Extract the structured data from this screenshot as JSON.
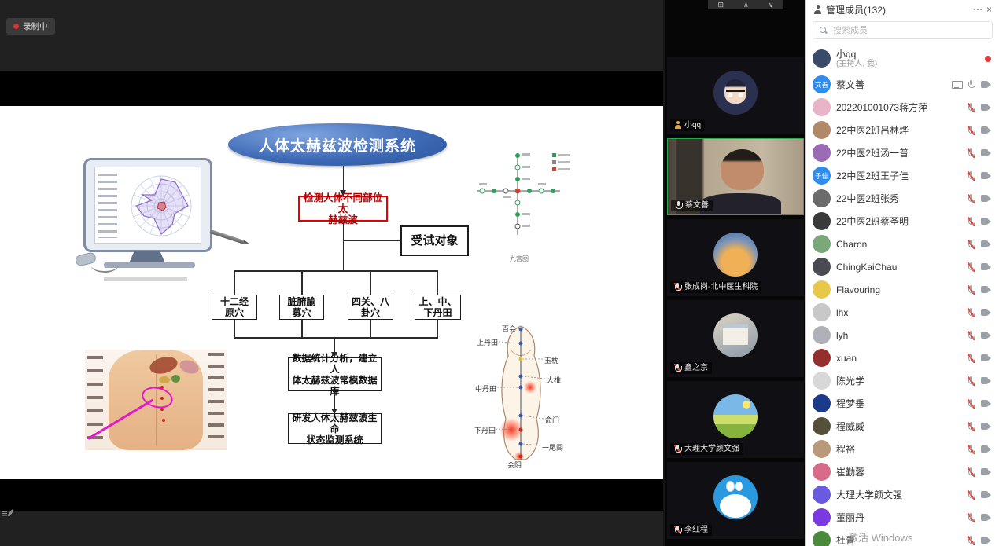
{
  "window": {
    "recording_label": "录制中",
    "activate_watermark": "激活 Windows",
    "view_controls": {
      "grid": "⊞",
      "up": "∧",
      "down": "∨"
    }
  },
  "slide": {
    "title": "人体太赫兹波检测系统",
    "detect_box": "检测人体不同部位太\n赫兹波",
    "subject_box": "受试对象",
    "branch_boxes": [
      "十二经\n原穴",
      "脏腑腧\n募穴",
      "四关、八\n卦穴",
      "上、中、\n下丹田"
    ],
    "stats_box": "数据统计分析，建立人\n体太赫兹波常模数据库",
    "final_box": "研发人体太赫兹波生命\n状态监测系统",
    "ninepalace_caption": "九宫图",
    "body_diagram_labels": [
      "百会",
      "上丹田",
      "玉枕",
      "中丹田",
      "大椎",
      "命门",
      "下丹田",
      "一尾闾",
      "会阴"
    ]
  },
  "thumbnails": [
    {
      "name": "小qq",
      "label_icon": "person",
      "avatar": "cartoon"
    },
    {
      "name": "蔡文善",
      "label_icon": "mic",
      "avatar": "video",
      "active": true
    },
    {
      "name": "张成岗-北中医生科院",
      "label_icon": "mic-muted",
      "avatar": "sunset"
    },
    {
      "name": "鑫之京",
      "label_icon": "mic-muted",
      "avatar": "photo"
    },
    {
      "name": "大理大学颜文强",
      "label_icon": "mic-muted",
      "avatar": "field"
    },
    {
      "name": "李红程",
      "label_icon": "mic-muted",
      "avatar": "doraemon"
    }
  ],
  "members_panel": {
    "title": "管理成员(132)",
    "more_icon": "⋯",
    "close_icon": "×",
    "search_placeholder": "搜索成员",
    "members": [
      {
        "name": "小qq",
        "subtitle": "(主持人, 我)",
        "avatar_color": "#3a4a6b",
        "icons": "host"
      },
      {
        "name": "蔡文善",
        "avatar_text": "文善",
        "avatar_color": "#2d8cf0",
        "icons": "sharing"
      },
      {
        "name": "202201001073蒋方萍",
        "avatar_color": "#e8b4c8",
        "icons": "muted"
      },
      {
        "name": "22中医2班吕林烨",
        "avatar_color": "#b08968",
        "icons": "muted"
      },
      {
        "name": "22中医2班汤一普",
        "avatar_color": "#9b6bb5",
        "icons": "muted"
      },
      {
        "name": "22中医2班王子佳",
        "avatar_text": "子佳",
        "avatar_color": "#2d8cf0",
        "icons": "muted"
      },
      {
        "name": "22中医2班张秀",
        "avatar_color": "#6b6b6b",
        "icons": "muted"
      },
      {
        "name": "22中医2班蔡圣明",
        "avatar_color": "#3a3a3a",
        "icons": "muted"
      },
      {
        "name": "Charon",
        "avatar_color": "#7aa87a",
        "icons": "muted"
      },
      {
        "name": "ChingKaiChau",
        "avatar_color": "#4a4a52",
        "icons": "muted"
      },
      {
        "name": "Flavouring",
        "avatar_color": "#e8c84a",
        "icons": "muted"
      },
      {
        "name": "lhx",
        "avatar_color": "#c8c8c8",
        "icons": "muted"
      },
      {
        "name": "lyh",
        "avatar_color": "#b0b0b8",
        "icons": "muted"
      },
      {
        "name": "xuan",
        "avatar_color": "#93302e",
        "icons": "muted"
      },
      {
        "name": "陈光学",
        "avatar_color": "#d8d8d8",
        "icons": "muted"
      },
      {
        "name": "程梦垂",
        "avatar_color": "#1a3a8a",
        "icons": "muted"
      },
      {
        "name": "程威威",
        "avatar_color": "#55503a",
        "icons": "muted"
      },
      {
        "name": "程裕",
        "avatar_color": "#b89a7a",
        "icons": "muted"
      },
      {
        "name": "崔勤蓉",
        "avatar_color": "#d86a8a",
        "icons": "muted"
      },
      {
        "name": "大理大学颜文强",
        "avatar_color": "#6a5ae0",
        "icons": "muted"
      },
      {
        "name": "董丽丹",
        "avatar_color": "#7a3ae0",
        "icons": "muted"
      },
      {
        "name": "杜青",
        "avatar_color": "#4a8a3a",
        "icons": "muted"
      }
    ]
  }
}
